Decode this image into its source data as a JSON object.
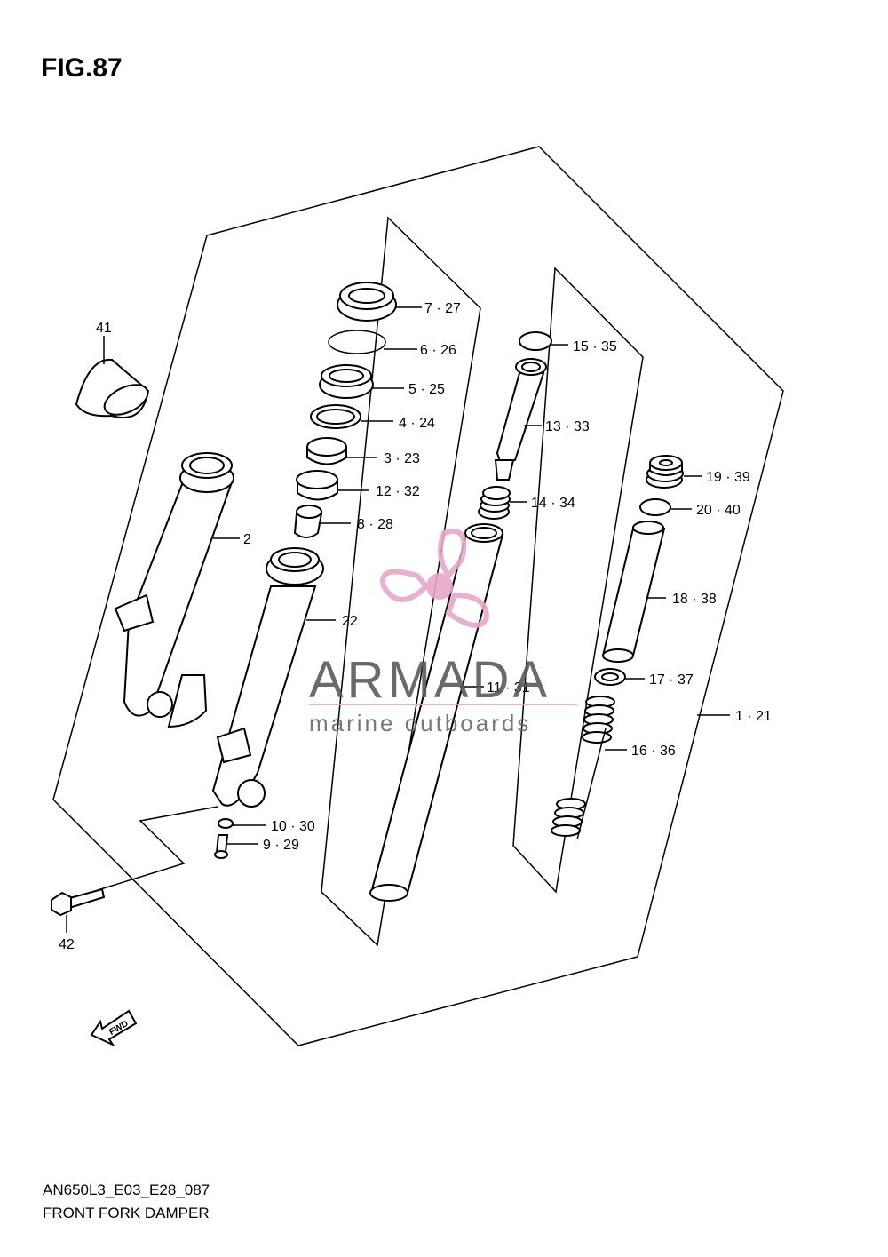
{
  "figure": {
    "title": "FIG.87",
    "footer_code": "AN650L3_E03_E28_087",
    "footer_name": "FRONT FORK DAMPER"
  },
  "watermark": {
    "brand": "ARMADA",
    "tagline": "marine outboards",
    "logo_color": "#e6a8c8",
    "text_color": "#5a5a5a"
  },
  "fwd_badge": "FWD",
  "labels": {
    "p41": "41",
    "p7": "7 · 27",
    "p6": "6 · 26",
    "p5": "5 · 25",
    "p4": "4 · 24",
    "p3": "3 · 23",
    "p12": "12 · 32",
    "p8": "8 · 28",
    "p2": "2",
    "p22": "22",
    "p15": "15 · 35",
    "p13": "13 · 33",
    "p14": "14 · 34",
    "p19": "19 · 39",
    "p20": "20 · 40",
    "p18": "18 · 38",
    "p17": "17 · 37",
    "p11": "11 · 31",
    "p1": "1 · 21",
    "p16": "16 · 36",
    "p10": "10 · 30",
    "p9": "9 · 29",
    "p42": "42"
  }
}
